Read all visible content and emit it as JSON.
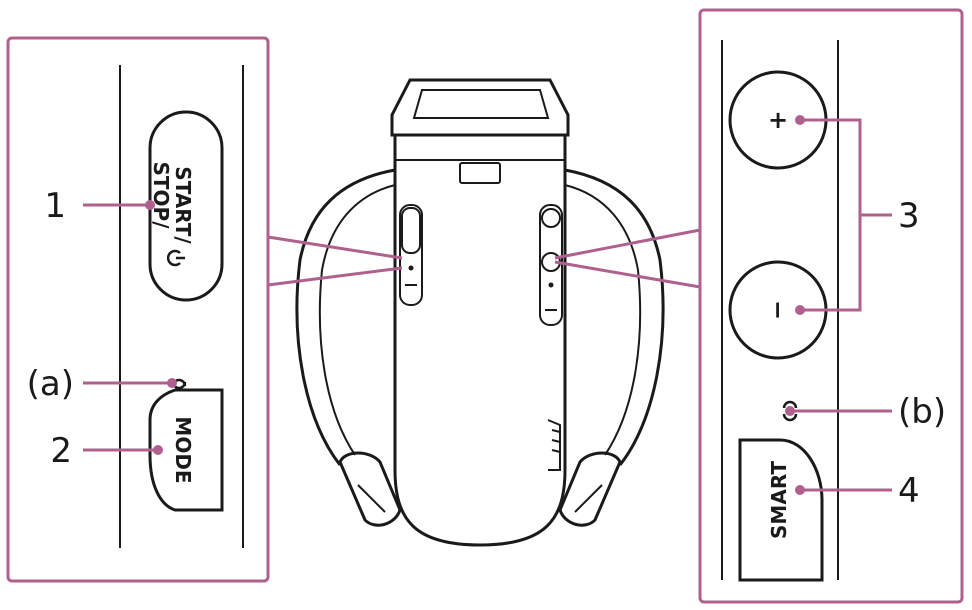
{
  "left_panel": {
    "start_stop_line1": "START/",
    "start_stop_line2": "STOP/",
    "mode_label": "MODE"
  },
  "right_panel": {
    "plus_label": "+",
    "minus_label": "−",
    "smart_label": "SMART"
  },
  "callouts": {
    "c1": "1",
    "c2": "2",
    "c3": "3",
    "c4": "4",
    "ca": "(a)",
    "cb": "(b)"
  },
  "colors": {
    "accent": "#b0608e",
    "ink": "#1a1a1a"
  }
}
